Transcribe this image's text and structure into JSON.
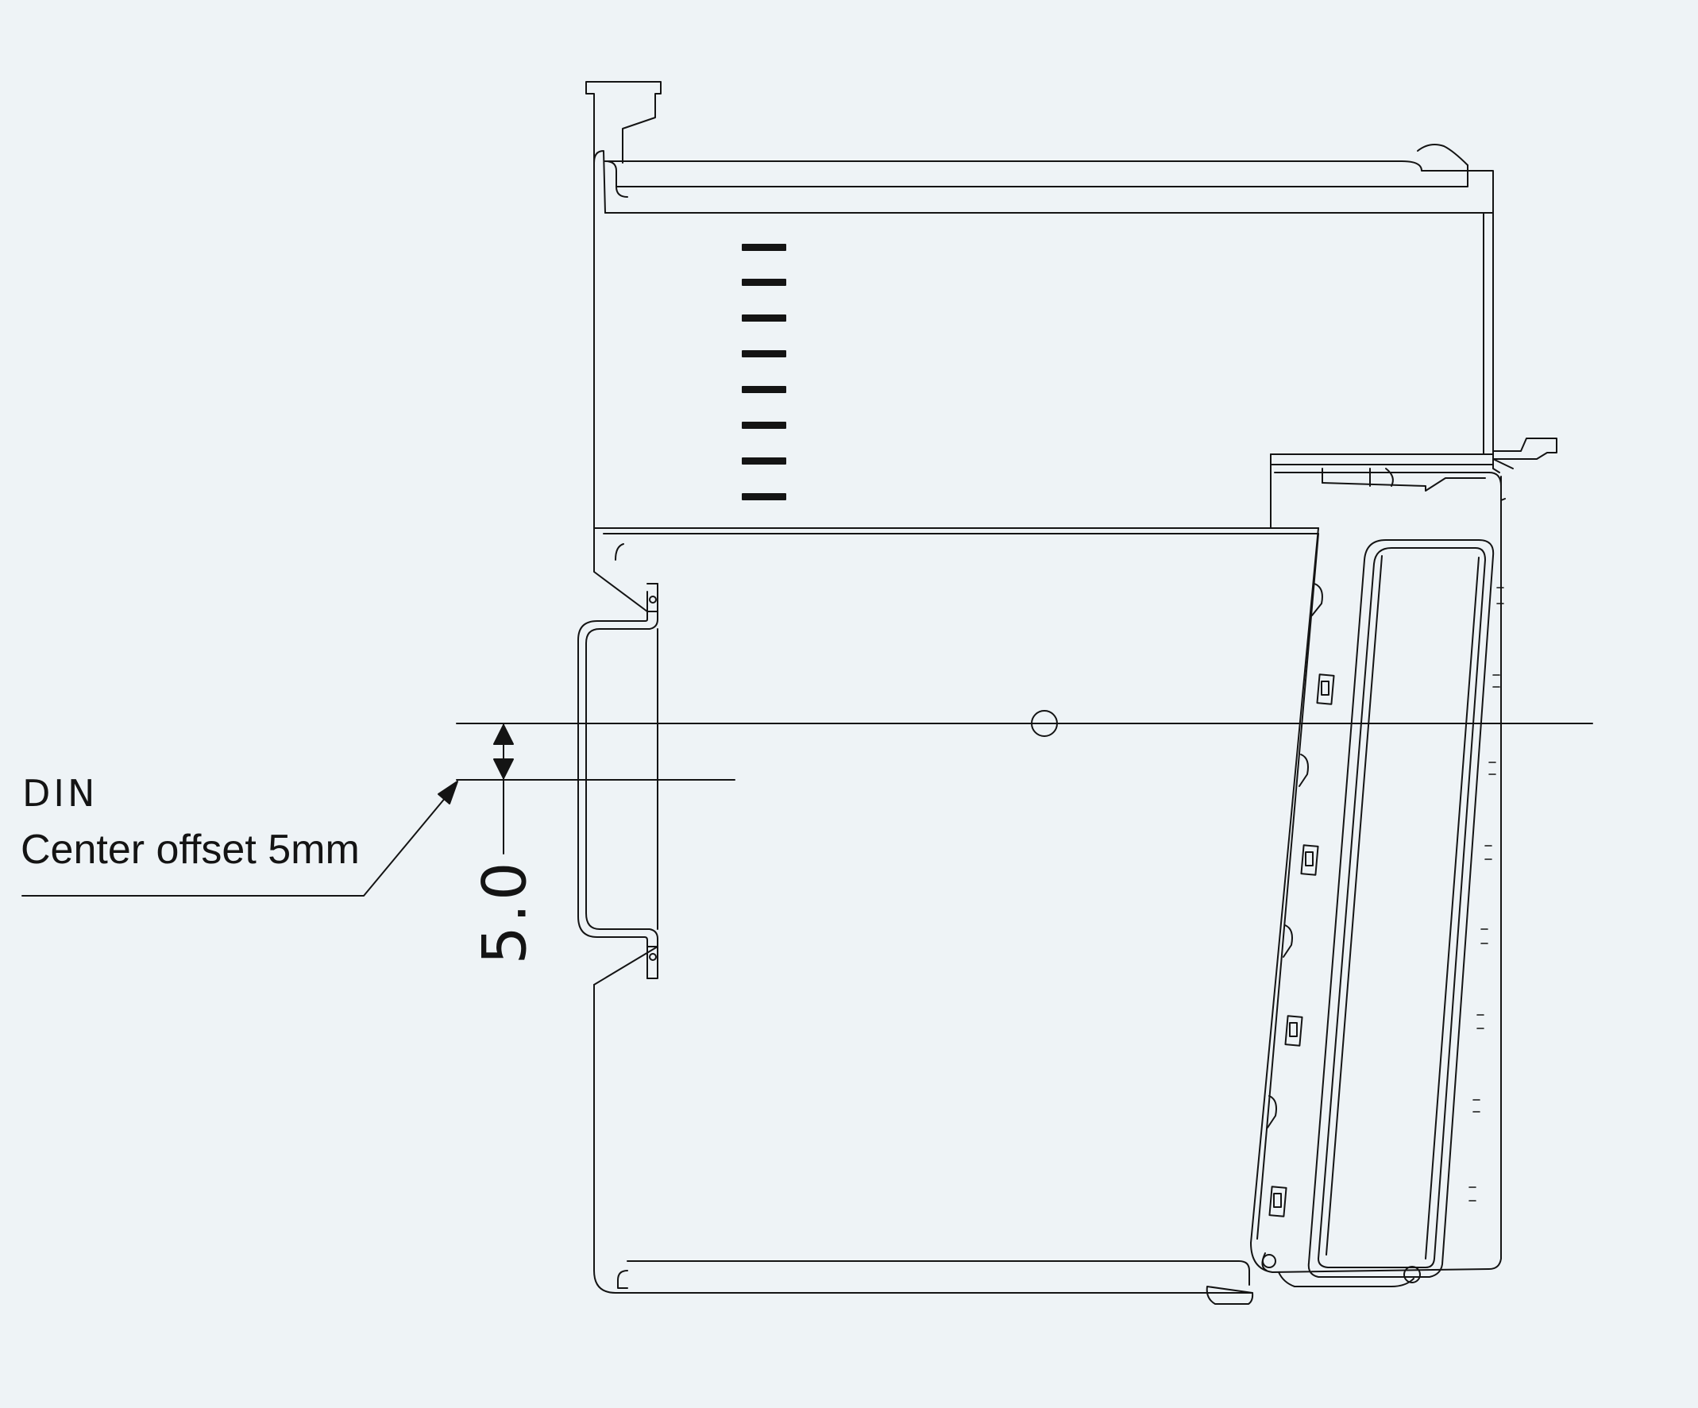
{
  "annotation": {
    "rail_name": "DIN",
    "offset_text": "Center offset 5mm",
    "dimension_value": "5.0"
  },
  "colors": {
    "background": "#eef3f6",
    "line": "#141414"
  }
}
